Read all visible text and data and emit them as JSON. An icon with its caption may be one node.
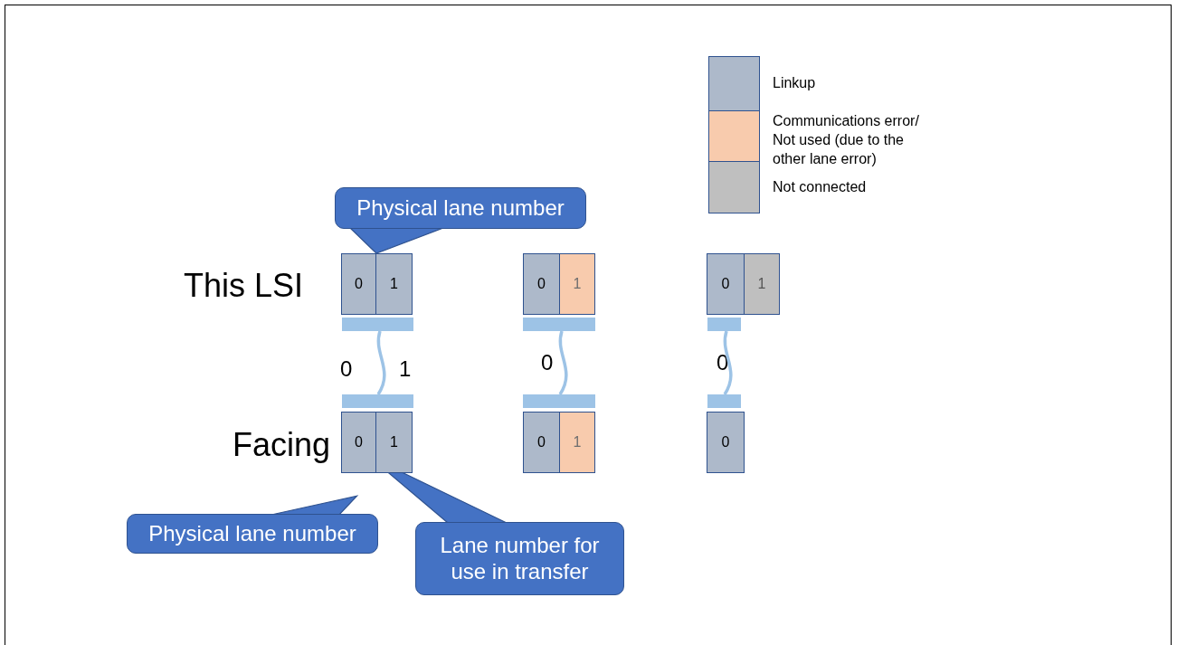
{
  "diagram": {
    "nodes": [
      {
        "text": [
          "Physical lane number"
        ]
      },
      {
        "text": [
          "0"
        ]
      },
      {
        "text": [
          "1"
        ]
      },
      {
        "text": [
          "0"
        ]
      },
      {
        "text": [
          "1"
        ]
      },
      {
        "text": [
          "0"
        ]
      },
      {
        "text": [
          "1"
        ]
      },
      {
        "text": [],
        "shape": "bar"
      },
      {
        "text": [],
        "shape": "bar"
      },
      {
        "text": [],
        "shape": "bar"
      },
      {
        "text": [],
        "shape": "bar"
      },
      {
        "text": [],
        "shape": "bar"
      },
      {
        "text": [],
        "shape": "bar"
      },
      {
        "text": [
          "0"
        ]
      },
      {
        "text": [
          "1"
        ]
      },
      {
        "text": [
          "0"
        ]
      },
      {
        "text": [
          "1"
        ]
      },
      {
        "text": [
          "0"
        ]
      },
      {
        "text": [
          "Physical lane number"
        ]
      },
      {
        "text": [
          "Lane number for use in transfer"
        ]
      }
    ],
    "edges": [
      {
        "from": 0,
        "to": 1,
        "arrow": "none"
      },
      {
        "from": 7,
        "to": 10,
        "arrow": "none",
        "color": "#9dc3e6"
      },
      {
        "from": 8,
        "to": 11,
        "arrow": "none",
        "color": "#9dc3e6"
      },
      {
        "from": 9,
        "to": 12,
        "arrow": "none",
        "color": "#9dc3e6"
      },
      {
        "from": 18,
        "to": 13,
        "arrow": "none"
      },
      {
        "from": 19,
        "to": 13,
        "arrow": "none"
      }
    ],
    "labels": [
      "This LSI",
      "0",
      "1",
      "0",
      "0",
      "Facing"
    ],
    "legend": [
      {
        "text": "Linkup",
        "color": "#adb9ca"
      },
      {
        "text": "Communications error/ Not used (due to the other lane error)",
        "color": "#f8cbad"
      },
      {
        "text": "Not connected",
        "color": "#bfbfbf"
      }
    ]
  }
}
